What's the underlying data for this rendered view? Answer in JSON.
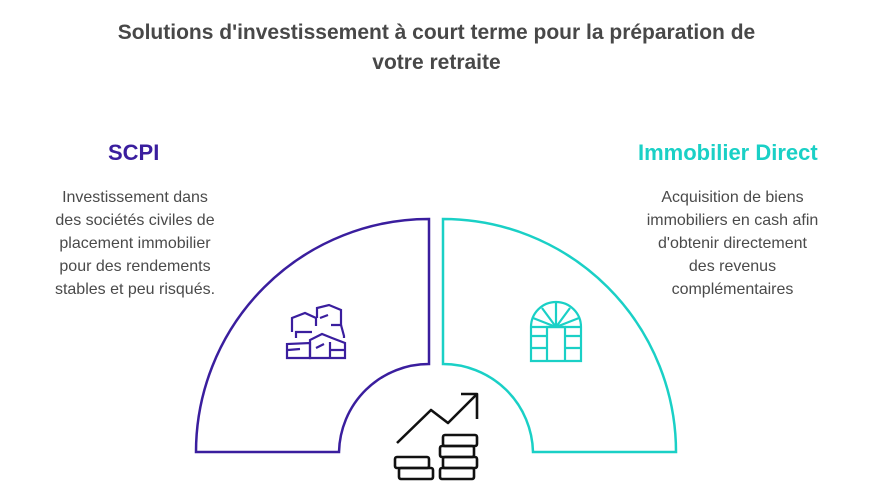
{
  "title_line1": "Solutions d'investissement à court terme pour la préparation de",
  "title_line2": "votre retraite",
  "colors": {
    "left": "#3a1e9e",
    "right": "#1ad0c6",
    "center": "#111111"
  },
  "left": {
    "heading": "SCPI",
    "lines": [
      "Investissement dans",
      "des sociétés civiles de",
      "placement immobilier",
      "pour des rendements",
      "stables et peu risqués."
    ],
    "icon": "buildings-icon"
  },
  "right": {
    "heading": "Immobilier Direct",
    "lines": [
      "Acquisition de biens",
      "immobiliers en cash afin",
      "d'obtenir directement",
      "des revenus",
      "complémentaires"
    ],
    "icon": "arched-door-icon"
  },
  "center": {
    "icon": "growth-coins-icon"
  }
}
